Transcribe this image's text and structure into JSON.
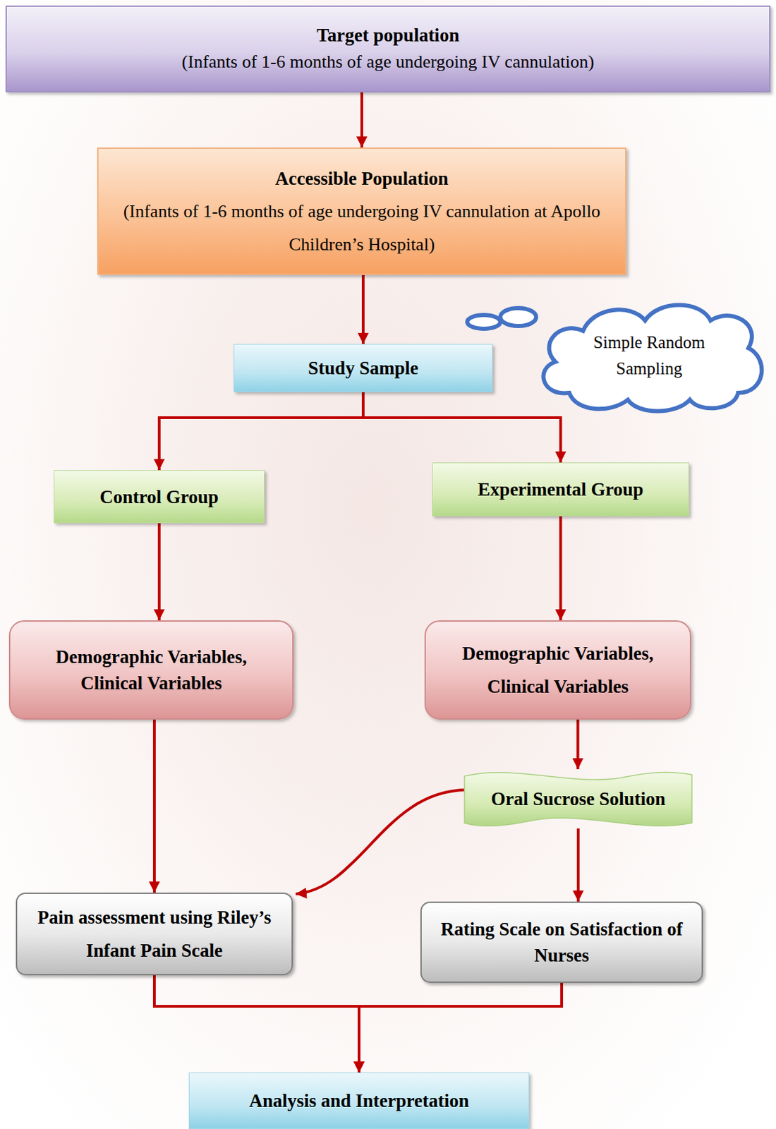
{
  "diagram": {
    "nodes": [
      {
        "text": [
          "Target population",
          "(Infants of 1-6 months of age undergoing IV cannulation)"
        ]
      },
      {
        "text": [
          "Accessible Population",
          "(Infants of 1-6 months of age undergoing IV cannulation at Apollo Children’s Hospital)"
        ]
      },
      {
        "text": [
          "Study Sample"
        ]
      },
      {
        "text": [
          "Simple Random Sampling"
        ]
      },
      {
        "text": [
          "Control Group"
        ]
      },
      {
        "text": [
          "Experimental Group"
        ]
      },
      {
        "text": [
          "Demographic Variables, Clinical Variables"
        ]
      },
      {
        "text": [
          "Demographic Variables, Clinical Variables"
        ]
      },
      {
        "text": [
          "Oral Sucrose Solution"
        ]
      },
      {
        "text": [
          "Pain assessment using Riley’s Infant Pain Scale"
        ]
      },
      {
        "text": [
          "Rating Scale on Satisfaction of Nurses"
        ]
      },
      {
        "text": [
          "Analysis and Interpretation"
        ]
      }
    ],
    "edges": [
      {
        "from": 0,
        "to": 1,
        "arrow": "to"
      },
      {
        "from": 1,
        "to": 2,
        "arrow": "to"
      },
      {
        "from": 2,
        "to": 4,
        "arrow": "to"
      },
      {
        "from": 2,
        "to": 5,
        "arrow": "to"
      },
      {
        "from": 4,
        "to": 6,
        "arrow": "to"
      },
      {
        "from": 5,
        "to": 7,
        "arrow": "to"
      },
      {
        "from": 7,
        "to": 8,
        "arrow": "to"
      },
      {
        "from": 6,
        "to": 9,
        "arrow": "to"
      },
      {
        "from": 8,
        "to": 9,
        "arrow": "to"
      },
      {
        "from": 8,
        "to": 10,
        "arrow": "to"
      },
      {
        "from": 9,
        "to": 11,
        "arrow": "to"
      },
      {
        "from": 10,
        "to": 11,
        "arrow": "to"
      }
    ]
  }
}
